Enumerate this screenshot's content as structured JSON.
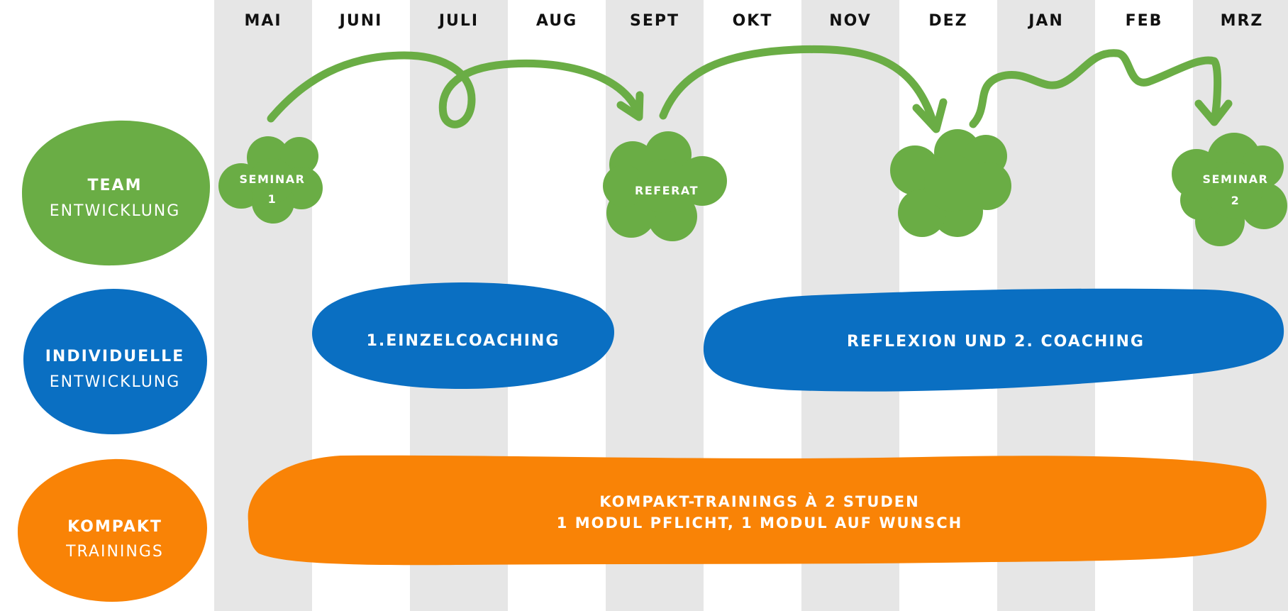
{
  "months": [
    "MAI",
    "JUNI",
    "JULI",
    "AUG",
    "SEPT",
    "OKT",
    "NOV",
    "DEZ",
    "JAN",
    "FEB",
    "MRZ"
  ],
  "colors": {
    "team": "#6aad45",
    "individual": "#0a6fc2",
    "compact": "#f98306",
    "stripe": "#e6e6e6",
    "text_dark": "#111111",
    "text_light": "#ffffff"
  },
  "categories": [
    {
      "bold": "TEAM",
      "light": "ENTWICKLUNG",
      "color": "team"
    },
    {
      "bold": "INDIVIDUELLE",
      "light": "ENTWICKLUNG",
      "color": "individual"
    },
    {
      "bold": "KOMPAKT",
      "light": "TRAININGS",
      "color": "compact"
    }
  ],
  "team_milestones": [
    {
      "line1": "SEMINAR",
      "line2": "1"
    },
    {
      "line1": "REFERAT",
      "line2": ""
    },
    {
      "line1": "",
      "line2": ""
    },
    {
      "line1": "SEMINAR",
      "line2": "2"
    }
  ],
  "individual_bars": [
    {
      "label": "1.EINZELCOACHING"
    },
    {
      "label": "REFLEXION UND 2. COACHING"
    }
  ],
  "compact_bar": {
    "line1": "KOMPAKT-TRAININGS À 2 STUDEN",
    "line2": "1 MODUL PFLICHT, 1 MODUL AUF WUNSCH"
  }
}
